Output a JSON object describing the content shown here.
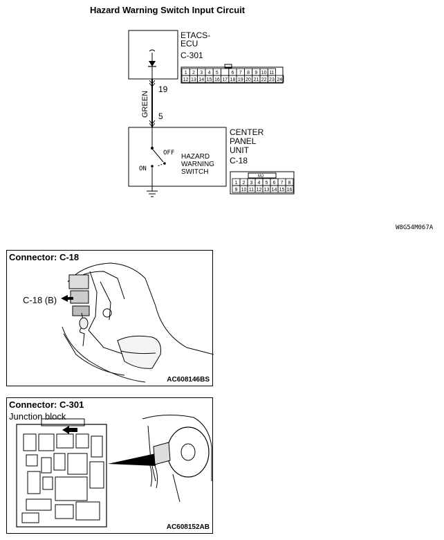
{
  "title": "Hazard Warning Switch Input Circuit",
  "etacs": {
    "name_line1": "ETACS-",
    "name_line2": "ECU",
    "connector": "C-301",
    "pin_top": "19",
    "connector_pins_row1": [
      "1",
      "2",
      "3",
      "4",
      "5",
      "",
      "6",
      "7",
      "8",
      "9",
      "10",
      "11"
    ],
    "connector_pins_row2": [
      "12",
      "13",
      "14",
      "15",
      "16",
      "17",
      "18",
      "19",
      "20",
      "21",
      "22",
      "23",
      "24"
    ]
  },
  "wire": {
    "color_label": "GREEN"
  },
  "center_panel": {
    "name_line1": "CENTER",
    "name_line2": "PANEL",
    "name_line3": "UNIT",
    "connector": "C-18",
    "pin_bottom": "5",
    "switch_label_line1": "HAZARD",
    "switch_label_line2": "WARNING",
    "switch_label_line3": "SWITCH",
    "off_label": "OFF",
    "on_label": "ON",
    "connector_key": "MJ",
    "connector_pins_row1": [
      "1",
      "2",
      "3",
      "4",
      "5",
      "6",
      "7",
      "8"
    ],
    "connector_pins_row2": [
      "9",
      "10",
      "11",
      "12",
      "13",
      "14",
      "15",
      "16"
    ]
  },
  "figure_code": "W8G54M067A",
  "panel_c18": {
    "title": "Connector: C-18",
    "callout": "C-18 (B)",
    "code": "AC608146BS"
  },
  "panel_c301": {
    "title": "Connector: C-301",
    "subtitle": "Junction block",
    "code": "AC608152AB"
  }
}
